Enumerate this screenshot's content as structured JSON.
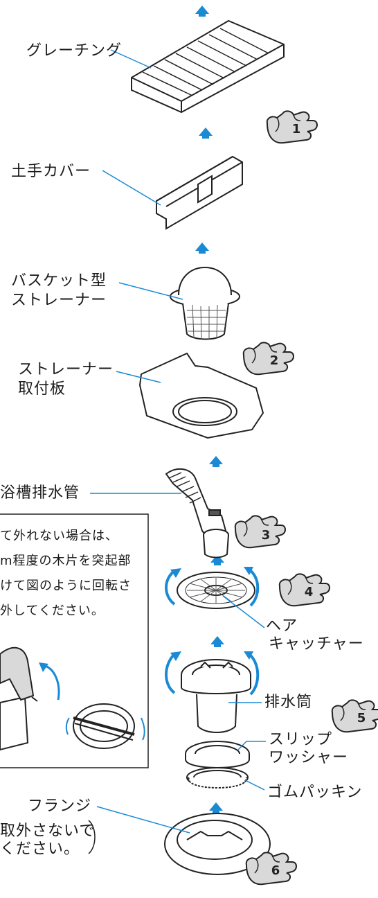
{
  "colors": {
    "accent_blue": "#1a8ad4",
    "line": "#222222",
    "hand_fill": "#d9d9d9"
  },
  "labels": {
    "grating": "グレーチング",
    "dote_cover": "土手カバー",
    "basket_strainer": [
      "バスケット型",
      "ストレーナー"
    ],
    "strainer_plate": [
      "ストレーナー",
      "取付板"
    ],
    "bath_drain_pipe": "浴槽排水管",
    "hair_catcher": [
      "ヘア",
      "キャッチャー"
    ],
    "drain_cylinder": "排水筒",
    "slip_washer": [
      "スリップ",
      "ワッシャー"
    ],
    "rubber_packing": "ゴムパッキン",
    "flange": "フランジ"
  },
  "note_box": {
    "lines": [
      "て外れない場合は、",
      "m程度の木片を突起部",
      "けて図のように回転さ",
      "外してください。"
    ]
  },
  "flange_note": [
    "取外さないで",
    "ください。"
  ],
  "steps": [
    "1",
    "2",
    "3",
    "4",
    "5",
    "6"
  ],
  "icons": [
    "up-arrow-icon",
    "pointing-hand-icon",
    "rotation-arrow-icon"
  ]
}
